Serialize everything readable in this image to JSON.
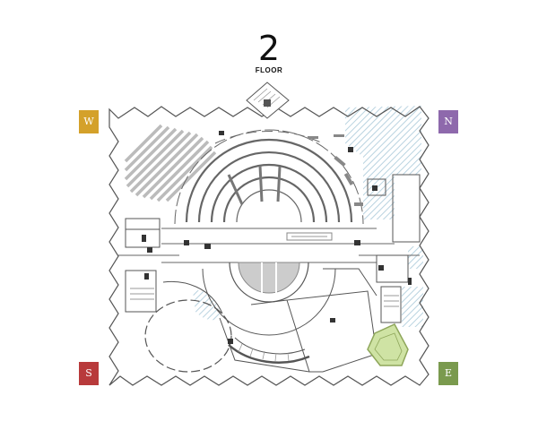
{
  "header": {
    "floor_number": "2",
    "floor_label": "FLOOR"
  },
  "compass": {
    "west": {
      "label": "W",
      "color": "#d4a12a"
    },
    "north": {
      "label": "N",
      "color": "#8e69ac"
    },
    "south": {
      "label": "S",
      "color": "#b83a3b"
    },
    "east": {
      "label": "E",
      "color": "#7a9a4e"
    }
  },
  "colors": {
    "walls": "#555555",
    "hatch": "#b9d3e0",
    "highlight": "#cfe3a4",
    "highlight_border": "#8ea65a",
    "stairs": "#bbbbbb"
  },
  "icons": [
    "stairs-icon",
    "elevator-icon",
    "restroom-icon",
    "accessible-icon",
    "info-icon"
  ]
}
